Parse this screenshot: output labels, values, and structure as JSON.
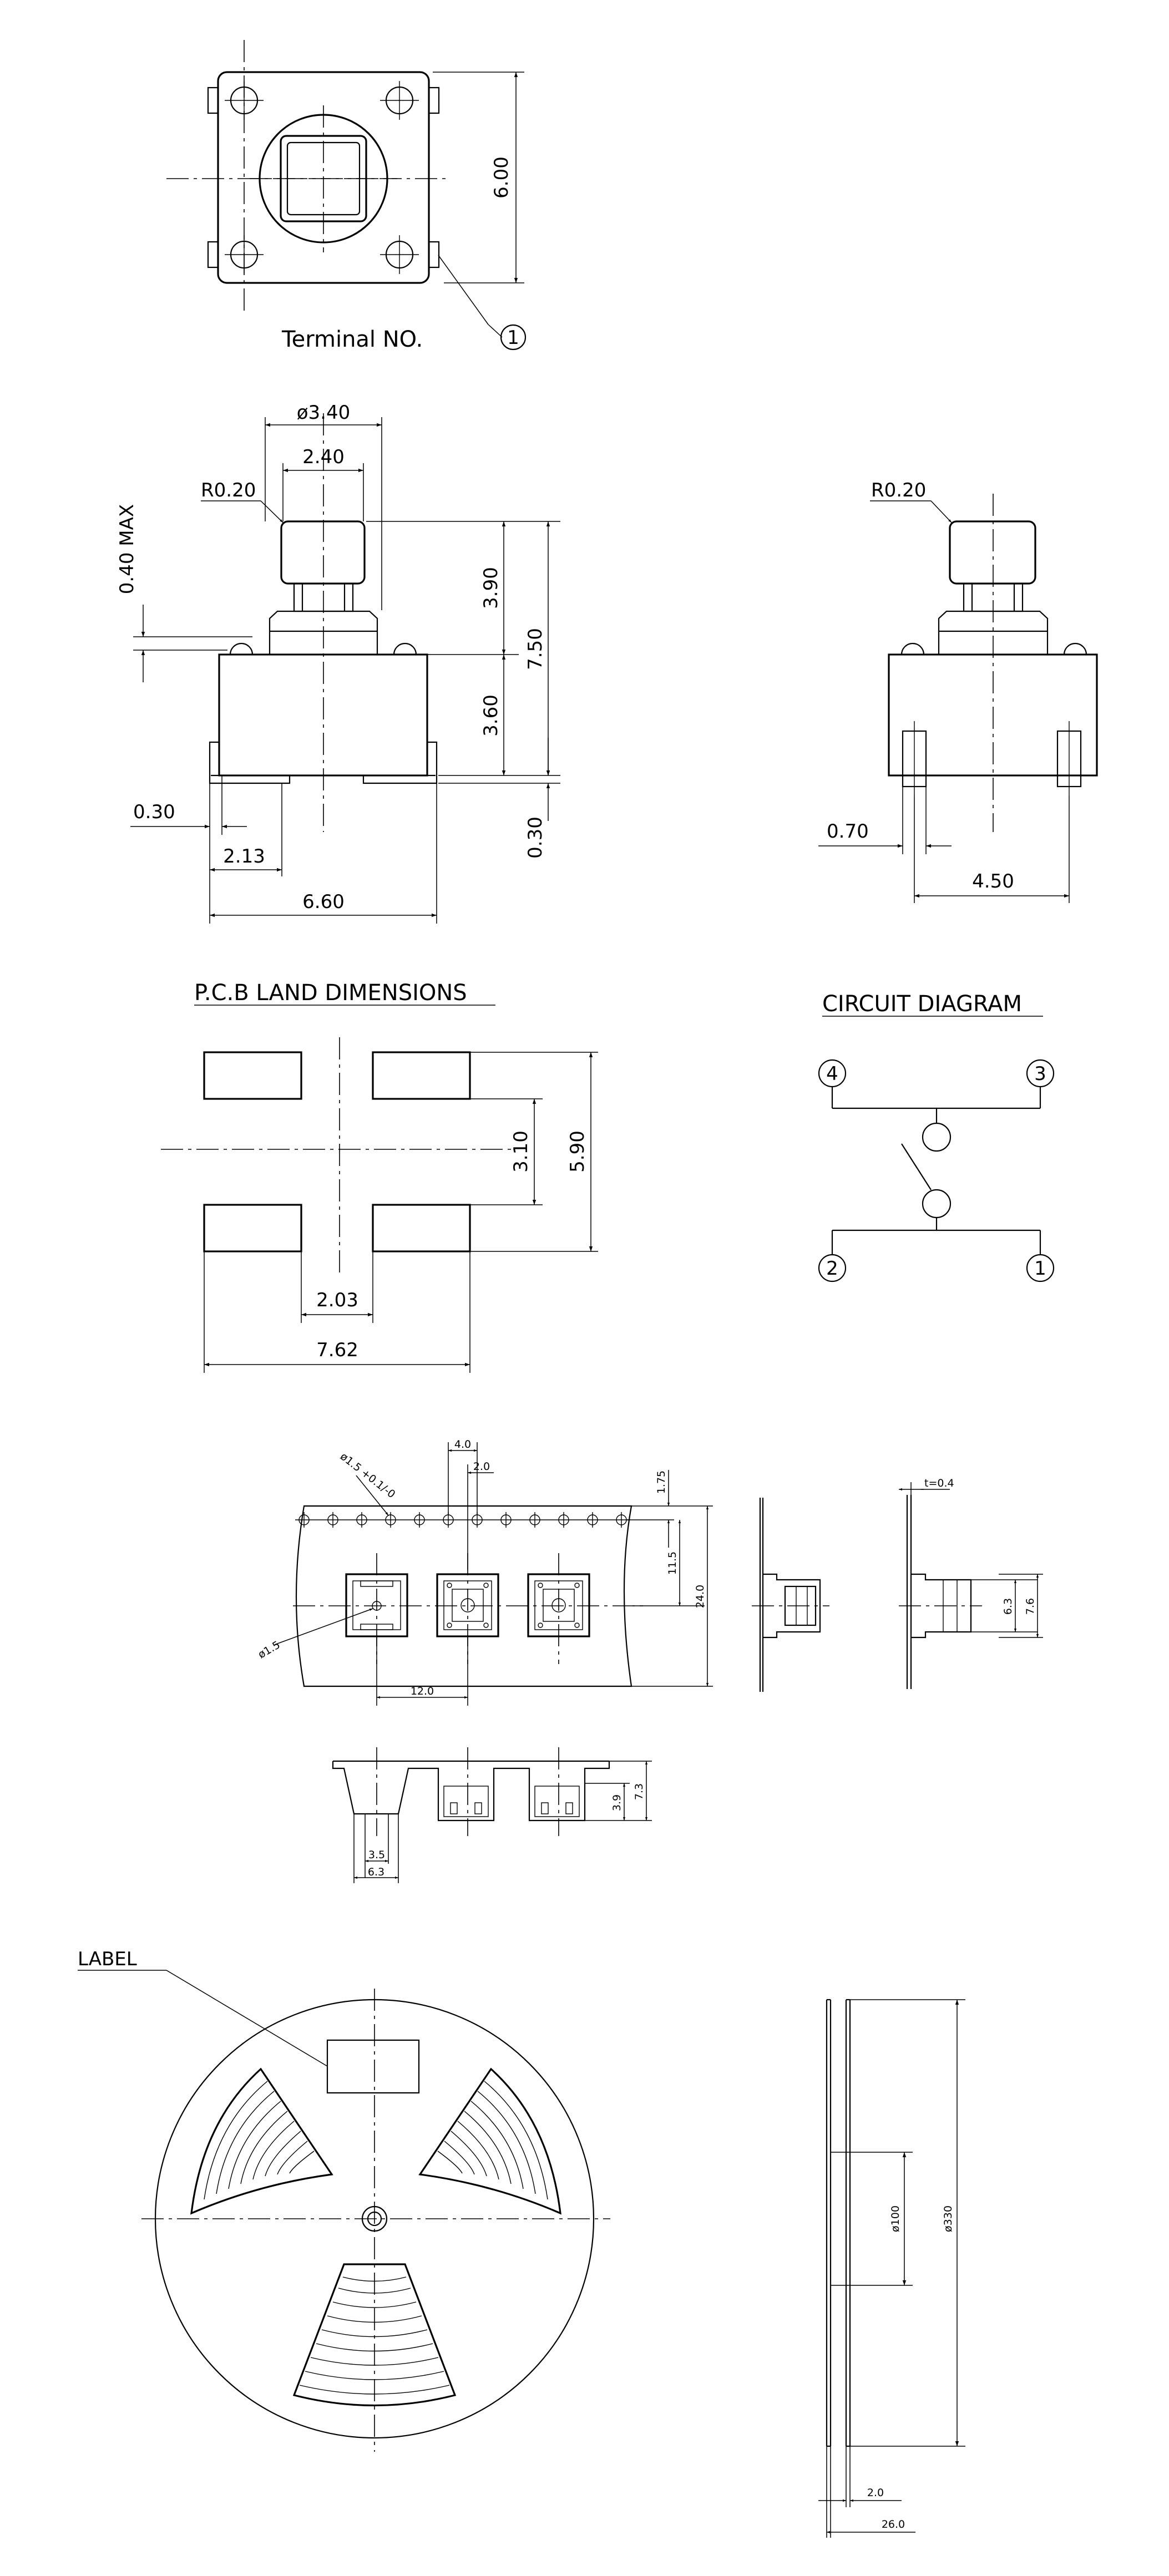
{
  "drawing": {
    "top_view": {
      "dim_height": "6.00",
      "terminal_label": "Terminal NO.",
      "terminal_number": "1"
    },
    "front_view": {
      "dim_outer_diameter": "ø3.40",
      "dim_inner_width": "2.40",
      "dim_radius": "R0.20",
      "dim_max": "0.40 MAX",
      "dim_actuator_height": "3.90",
      "dim_body_height": "3.60",
      "dim_total_height": "7.50",
      "dim_terminal_thickness": "0.30",
      "dim_terminal_offset": "0.30",
      "dim_lead_width": "2.13",
      "dim_total_width": "6.60"
    },
    "side_view": {
      "dim_radius": "R0.20",
      "dim_lead": "0.70",
      "dim_pitch": "4.50"
    },
    "pcb_land": {
      "title": "P.C.B LAND DIMENSIONS",
      "dim_pad_gap_v": "3.10",
      "dim_pad_span_v": "5.90",
      "dim_pad_gap_h": "2.03",
      "dim_pad_span_h": "7.62"
    },
    "circuit": {
      "title": "CIRCUIT DIAGRAM",
      "pins": [
        "4",
        "3",
        "2",
        "1"
      ]
    },
    "tape": {
      "dim_pitch_4": "4.0",
      "dim_2": "2.0",
      "dim_hole": "ø1.5 +0.1/-0",
      "dim_175": "1.75",
      "dim_115": "11.5",
      "dim_240": "24.0",
      "dim_15": "ø1.5",
      "dim_pocket_pitch": "12.0",
      "dim_t": "t=0.4",
      "dim_63": "6.3",
      "dim_76": "7.6",
      "dim_35": "3.5",
      "dim_63b": "6.3",
      "dim_39": "3.9",
      "dim_73": "7.3"
    },
    "reel": {
      "label_text": "LABEL",
      "dim_hub": "ø100",
      "dim_reel": "ø330",
      "dim_flange": "2.0",
      "dim_width": "26.0"
    }
  }
}
